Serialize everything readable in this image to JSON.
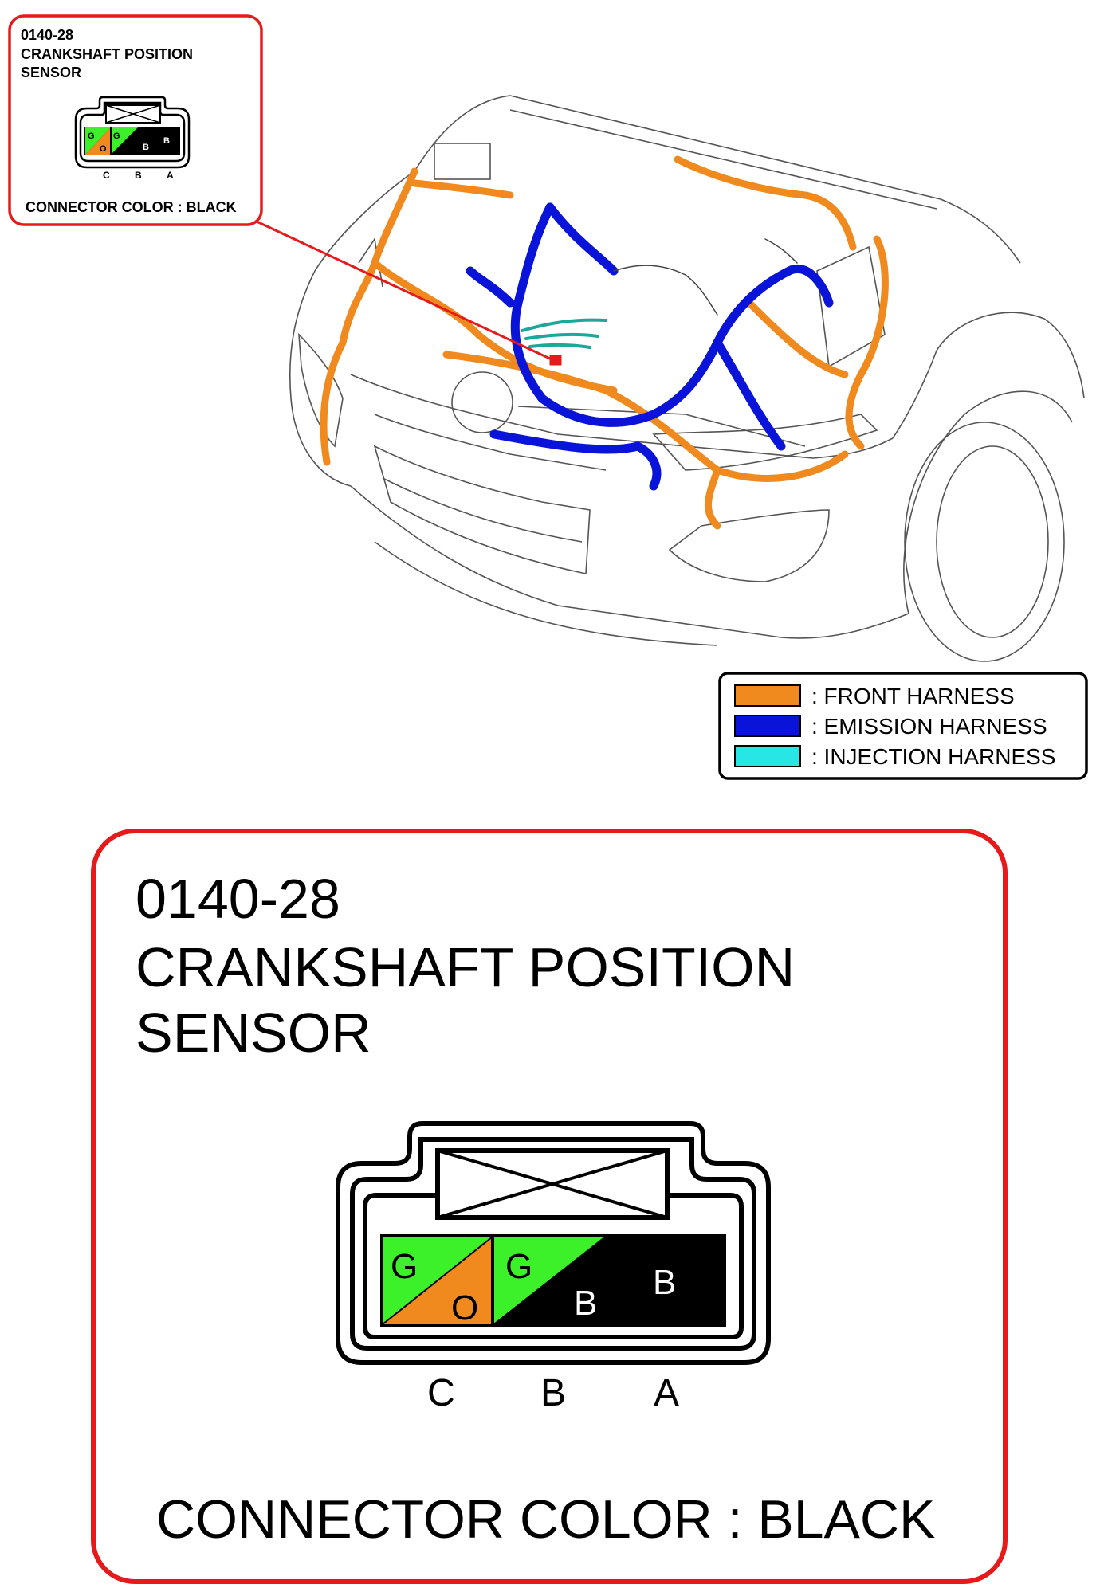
{
  "small_callout": {
    "code": "0140-28",
    "name_line1": "CRANKSHAFT POSITION",
    "name_line2": "SENSOR",
    "connector_color": "CONNECTOR COLOR : BLACK",
    "pins": [
      {
        "pin": "C",
        "wires": [
          "G",
          "O"
        ]
      },
      {
        "pin": "B",
        "wires": [
          "G",
          "B"
        ]
      },
      {
        "pin": "A",
        "wires": [
          "B"
        ]
      }
    ]
  },
  "legend": {
    "items": [
      {
        "label": ": FRONT HARNESS",
        "color": "#f08a1e"
      },
      {
        "label": ": EMISSION HARNESS",
        "color": "#0a14d8"
      },
      {
        "label": ": INJECTION HARNESS",
        "color": "#28e6e6"
      }
    ]
  },
  "large_callout": {
    "code": "0140-28",
    "name_line1": "CRANKSHAFT POSITION",
    "name_line2": "SENSOR",
    "connector_color": "CONNECTOR COLOR : BLACK",
    "pins": [
      {
        "pin": "C",
        "wires": [
          "G",
          "O"
        ]
      },
      {
        "pin": "B",
        "wires": [
          "G",
          "B"
        ]
      },
      {
        "pin": "A",
        "wires": [
          "B"
        ]
      }
    ]
  },
  "colors": {
    "callout_border": "#e51a1a",
    "wire_green": "#3cf02a",
    "wire_orange": "#f08a1e",
    "wire_black": "#000000",
    "front_harness": "#f08a1e",
    "emission_harness": "#0a14d8",
    "injection_harness": "#28e6e6",
    "sensor_marker": "#e51a1a"
  }
}
